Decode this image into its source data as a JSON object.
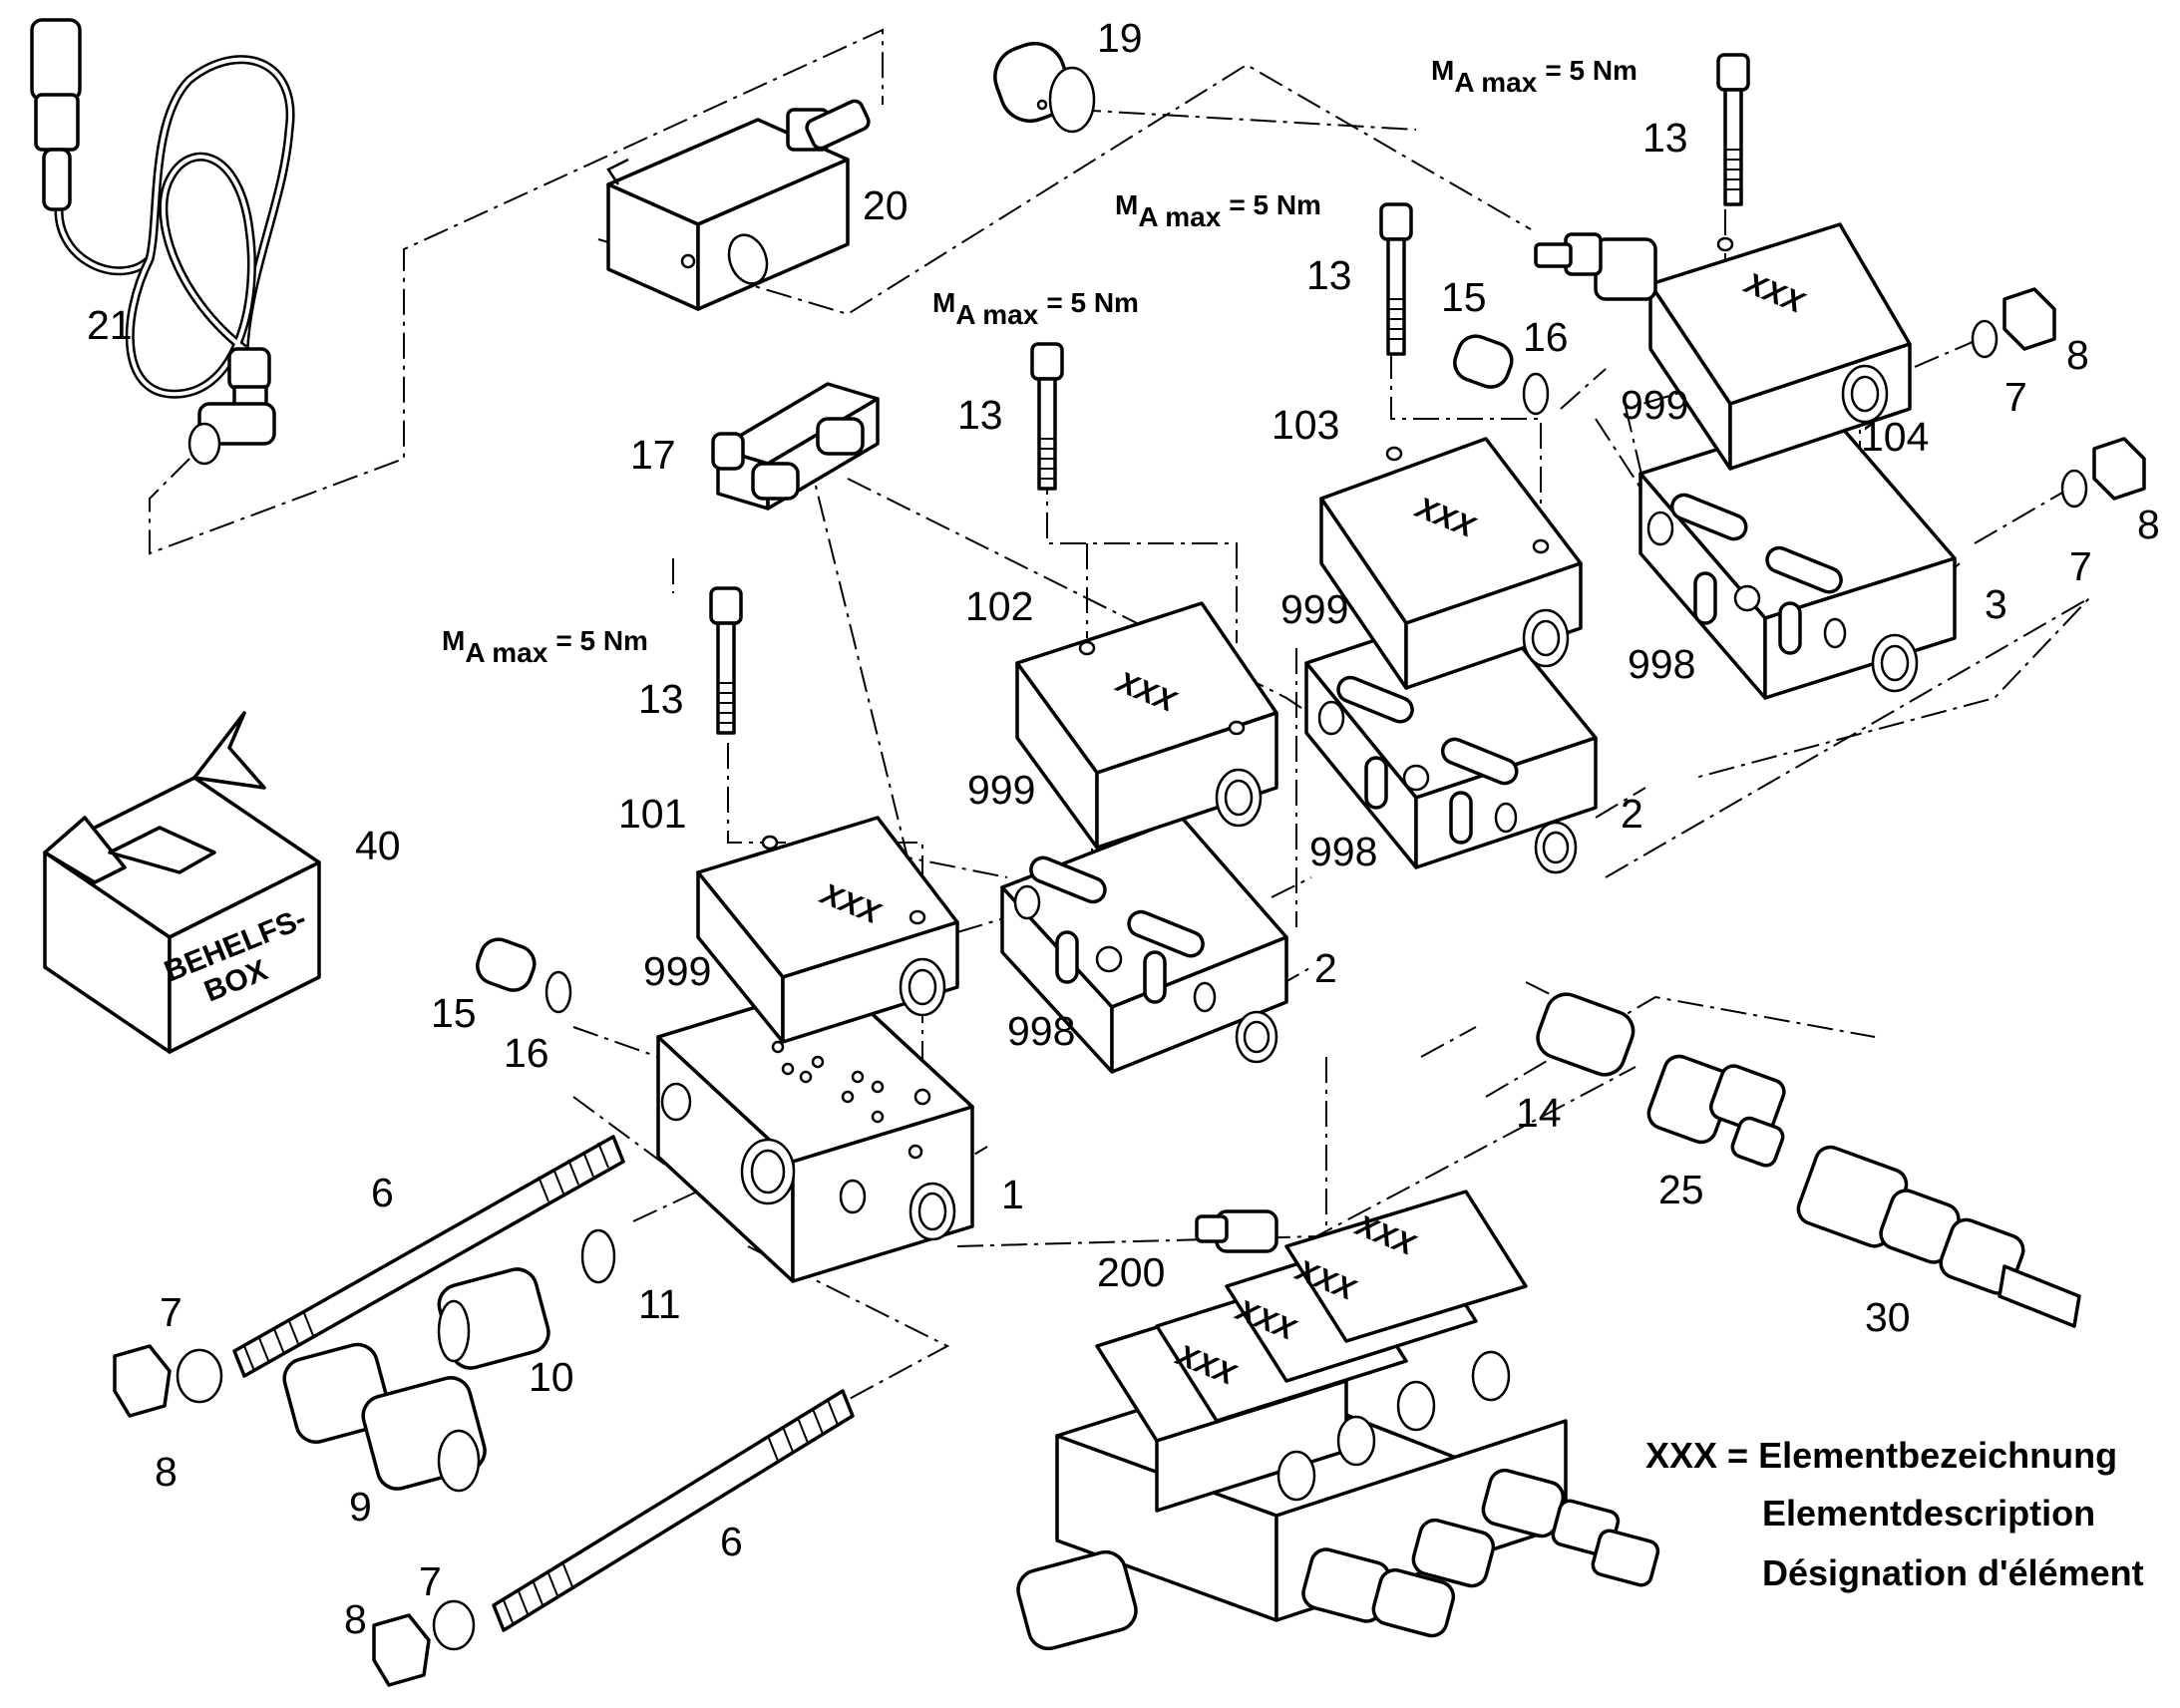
{
  "torque_note": {
    "main": "M",
    "sub": "A max",
    "value": "= 5 Nm"
  },
  "element_marking": "XXX",
  "box_text": {
    "line1": "BEHELFS-",
    "line2": "BOX"
  },
  "legend": {
    "line1": "XXX = Elementbezeichnung",
    "line2": "Elementdescription",
    "line3": "Désignation d'élément"
  },
  "part_labels": [
    "1",
    "2",
    "2",
    "3",
    "6",
    "6",
    "7",
    "7",
    "7",
    "7",
    "8",
    "8",
    "8",
    "8",
    "9",
    "10",
    "11",
    "13",
    "13",
    "13",
    "13",
    "14",
    "15",
    "15",
    "16",
    "16",
    "17",
    "19",
    "20",
    "21",
    "25",
    "30",
    "40",
    "101",
    "102",
    "103",
    "104",
    "200",
    "998",
    "998",
    "998",
    "999",
    "999",
    "999",
    "999"
  ]
}
